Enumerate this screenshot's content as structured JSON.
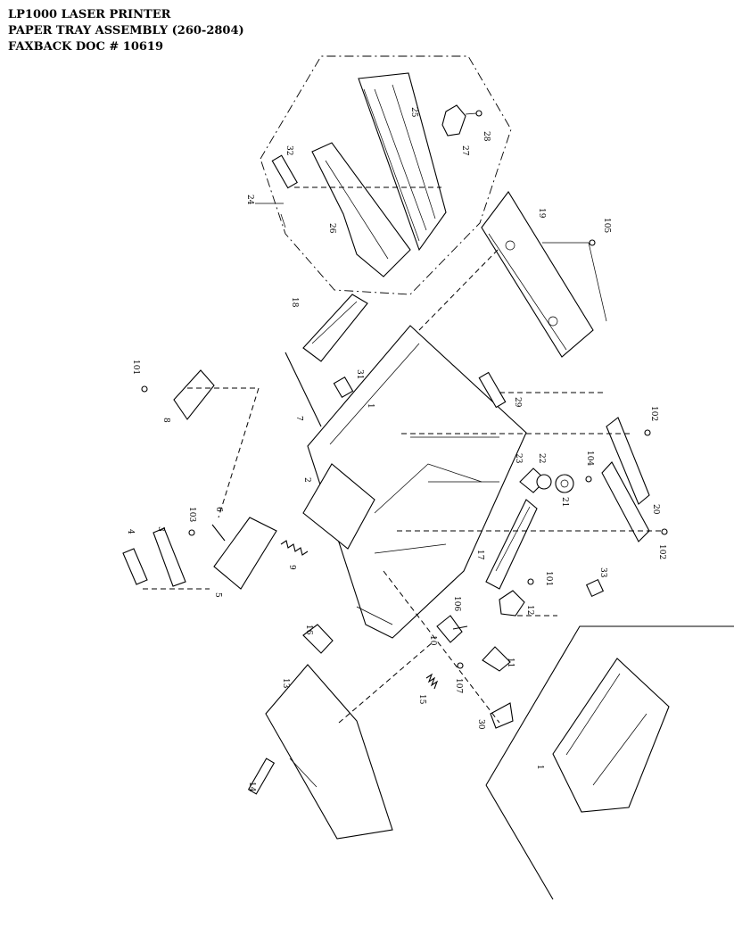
{
  "header": {
    "line1": "LP1000 LASER PRINTER",
    "line2": "PAPER TRAY ASSEMBLY  (260-2804)",
    "line3": "FAXBACK DOC # 10619"
  },
  "callouts": [
    {
      "id": "c1",
      "label": "1"
    },
    {
      "id": "c2",
      "label": "2"
    },
    {
      "id": "c3",
      "label": "3"
    },
    {
      "id": "c4",
      "label": "4"
    },
    {
      "id": "c5",
      "label": "5"
    },
    {
      "id": "c6",
      "label": "6"
    },
    {
      "id": "c7",
      "label": "7"
    },
    {
      "id": "c8",
      "label": "8"
    },
    {
      "id": "c9",
      "label": "9"
    },
    {
      "id": "c10",
      "label": "10"
    },
    {
      "id": "c11",
      "label": "11"
    },
    {
      "id": "c12",
      "label": "12"
    },
    {
      "id": "c13",
      "label": "13"
    },
    {
      "id": "c14",
      "label": "14"
    },
    {
      "id": "c15",
      "label": "15"
    },
    {
      "id": "c16",
      "label": "16"
    },
    {
      "id": "c17",
      "label": "17"
    },
    {
      "id": "c18",
      "label": "18"
    },
    {
      "id": "c19",
      "label": "19"
    },
    {
      "id": "c20",
      "label": "20"
    },
    {
      "id": "c21",
      "label": "21"
    },
    {
      "id": "c22",
      "label": "22"
    },
    {
      "id": "c23",
      "label": "23"
    },
    {
      "id": "c24",
      "label": "24"
    },
    {
      "id": "c25",
      "label": "25"
    },
    {
      "id": "c26",
      "label": "26"
    },
    {
      "id": "c27",
      "label": "27"
    },
    {
      "id": "c28",
      "label": "28"
    },
    {
      "id": "c29",
      "label": "29"
    },
    {
      "id": "c30",
      "label": "30"
    },
    {
      "id": "c31",
      "label": "31"
    },
    {
      "id": "c32",
      "label": "32"
    },
    {
      "id": "c33",
      "label": "33"
    },
    {
      "id": "c101a",
      "label": "101"
    },
    {
      "id": "c101b",
      "label": "101"
    },
    {
      "id": "c102a",
      "label": "102"
    },
    {
      "id": "c102b",
      "label": "102"
    },
    {
      "id": "c103",
      "label": "103"
    },
    {
      "id": "c104",
      "label": "104"
    },
    {
      "id": "c105",
      "label": "105"
    },
    {
      "id": "c106",
      "label": "106"
    },
    {
      "id": "c107",
      "label": "107"
    },
    {
      "id": "c1b",
      "label": "1"
    }
  ]
}
